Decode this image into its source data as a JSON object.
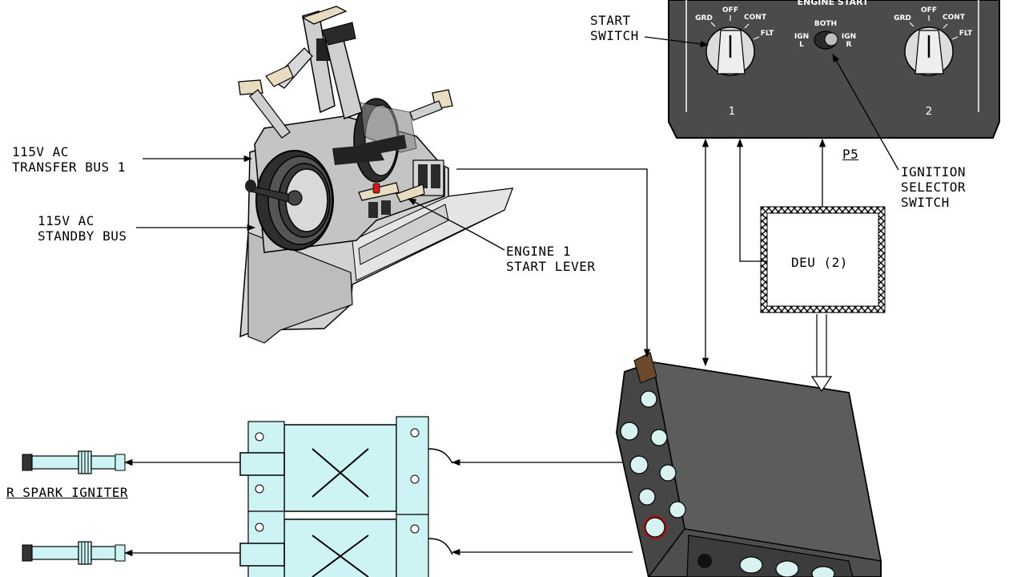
{
  "labels": {
    "start_switch": "START\nSWITCH",
    "transfer_bus": "115V AC\nTRANSFER BUS 1",
    "standby_bus": "115V AC\nSTANDBY BUS",
    "engine1_start_lever": "ENGINE 1\nSTART LEVER",
    "p5": "P5",
    "ignition_selector": "IGNITION\nSELECTOR\nSWITCH",
    "deu": "DEU (2)",
    "r_spark_igniter": "R SPARK IGNITER"
  },
  "panel": {
    "title": "ENGINE START",
    "left_switch": {
      "positions": [
        "GRD",
        "OFF",
        "CONT",
        "FLT"
      ],
      "number": "1"
    },
    "right_switch": {
      "positions": [
        "GRD",
        "OFF",
        "CONT",
        "FLT"
      ],
      "number": "2"
    },
    "ign_selector": {
      "top": "BOTH",
      "left": "IGN\nL",
      "right": "IGN\nR"
    }
  },
  "colors": {
    "panel": "#4b4b4b",
    "exciter": "#cdf3f5",
    "box": "#555555",
    "lever_red": "#d21a1a"
  }
}
